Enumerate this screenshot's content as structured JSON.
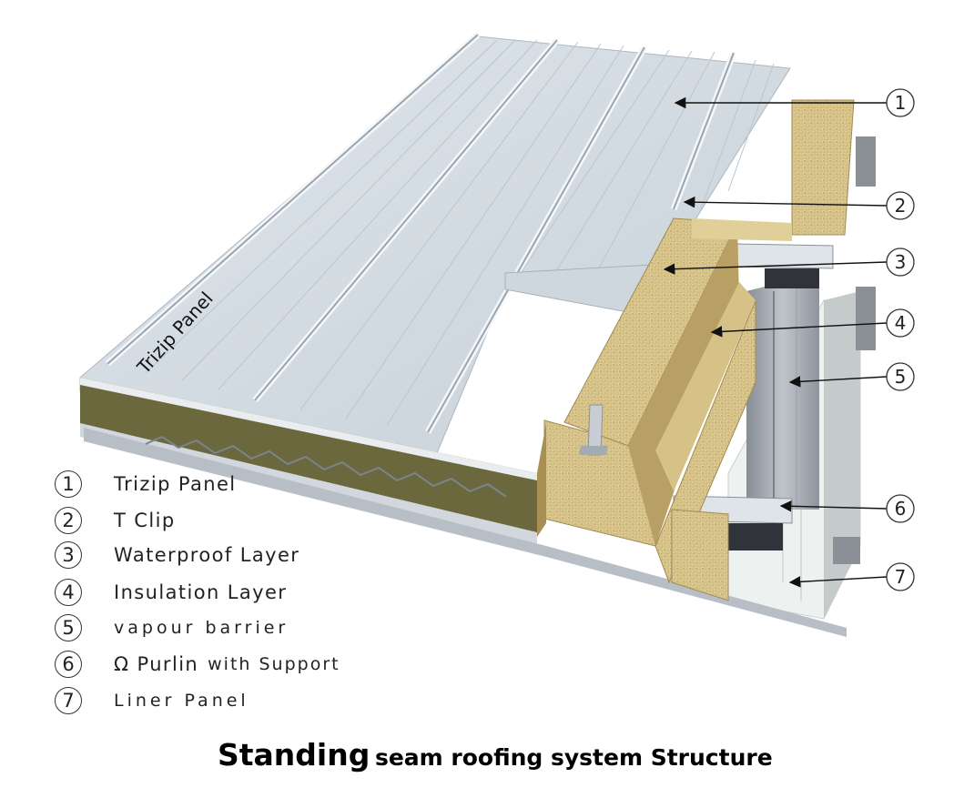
{
  "diagram": {
    "panel_label": "Trizip Panel",
    "callouts": [
      "1",
      "2",
      "3",
      "4",
      "5",
      "6",
      "7"
    ]
  },
  "legend": [
    {
      "num": "1",
      "label": "Trizip Panel"
    },
    {
      "num": "2",
      "label": "T Clip"
    },
    {
      "num": "3",
      "label": "Waterproof Layer"
    },
    {
      "num": "4",
      "label": "Insulation Layer"
    },
    {
      "num": "5",
      "label": "vapour barrier"
    },
    {
      "num": "6",
      "label_main": "Ω Purlin",
      "label_rest": "with Support"
    },
    {
      "num": "7",
      "label": "Liner Panel"
    }
  ],
  "title": {
    "big": "Standing",
    "rest": "seam roofing system Structure"
  },
  "colors": {
    "panel": "#d4dce4",
    "insulation": "#d8c48a",
    "insulation_core": "#6e6b3e",
    "purlin": "#9ea4ac",
    "liner": "#eef3f2"
  }
}
